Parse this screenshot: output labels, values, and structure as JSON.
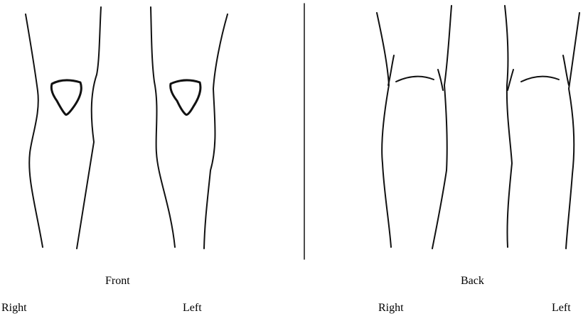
{
  "views": {
    "front": {
      "title": "Front",
      "right_label": "Right",
      "left_label": "Left"
    },
    "back": {
      "title": "Back",
      "right_label": "Right",
      "left_label": "Left"
    }
  },
  "colors": {
    "stroke": "#111111",
    "background": "#ffffff"
  }
}
